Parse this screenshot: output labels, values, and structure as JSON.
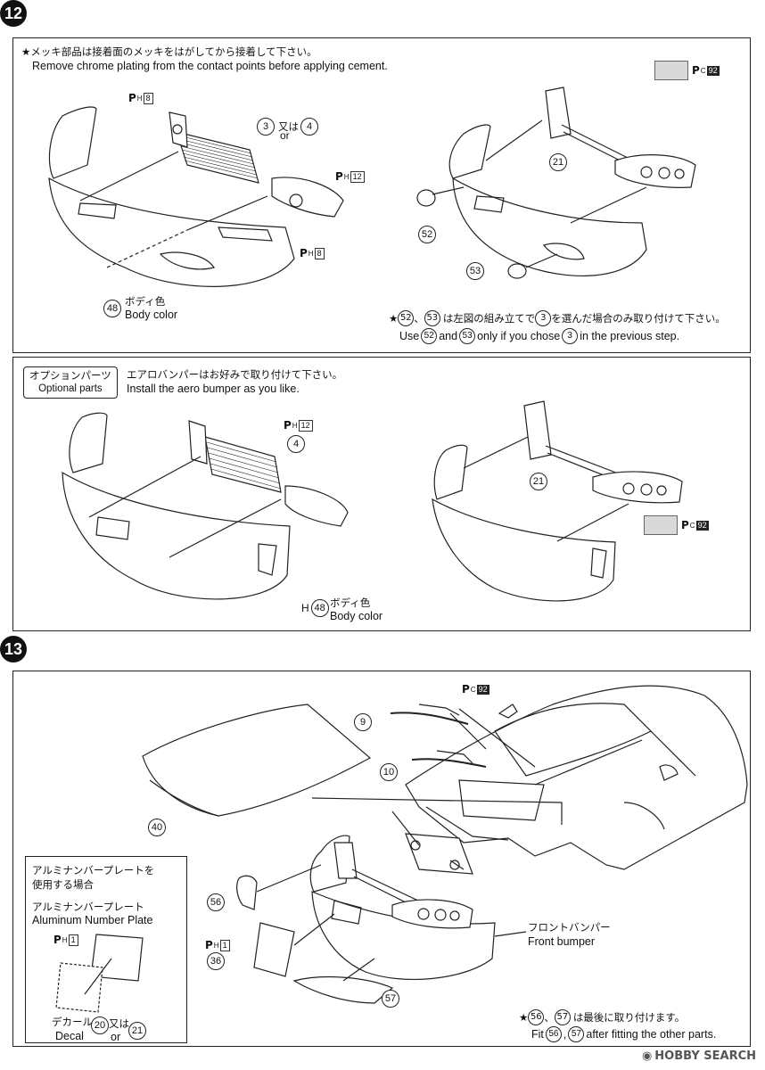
{
  "step12": {
    "number": "12",
    "note_jp": "★メッキ部品は接着面のメッキをはがしてから接着して下さい。",
    "note_en": "Remove chrome plating from the contact points before applying cement.",
    "labels": {
      "ph8_top": "8",
      "part3": "3",
      "yamata1": "又は",
      "part4": "4",
      "or1": "or",
      "ph12": "12",
      "ph8_bottom": "8",
      "part48": "48",
      "body_color_jp": "ボディ色",
      "body_color_en": "Body color",
      "pc92": "92",
      "part21": "21",
      "part52": "52",
      "part53": "53"
    },
    "note2_jp_parts": [
      "52",
      "53",
      "3"
    ],
    "note2_jp": [
      "★",
      "、",
      "は左図の組み立てで",
      "を選んだ場合のみ取り付けて下さい。"
    ],
    "note2_en": [
      "Use",
      "and",
      "only if you chose",
      "in the previous step."
    ]
  },
  "optional": {
    "label_jp": "オプションパーツ",
    "label_en": "Optional parts",
    "note_jp": "エアロバンパーはお好みで取り付けて下さい。",
    "note_en": "Install the aero bumper as you like.",
    "ph12": "12",
    "part4": "4",
    "part21": "21",
    "pc92": "92",
    "h_prefix": "H",
    "part48": "48",
    "body_color_jp": "ボディ色",
    "body_color_en": "Body color"
  },
  "step13": {
    "number": "13",
    "pc92": "92",
    "part9": "9",
    "part10": "10",
    "part40": "40",
    "part56": "56",
    "part36": "36",
    "part57": "57",
    "ph1_a": "1",
    "ph1_b": "1",
    "front_bumper_jp": "フロントバンパー",
    "front_bumper_en": "Front bumper",
    "inset": {
      "title_jp_1": "アルミナンバープレートを",
      "title_jp_2": "使用する場合",
      "plate_jp": "アルミナンバープレート",
      "plate_en": "Aluminum Number Plate",
      "decal_jp": "デカール",
      "decal_en": "Decal",
      "part20": "20",
      "yamata": "又は",
      "or": "or",
      "part21": "21"
    },
    "note_jp": [
      "★",
      "、",
      "は最後に取り付けます。"
    ],
    "note_parts": [
      "56",
      "57"
    ],
    "note_en": [
      "Fit",
      ",",
      "after fitting the other parts."
    ]
  },
  "watermark": "HOBBY SEARCH"
}
